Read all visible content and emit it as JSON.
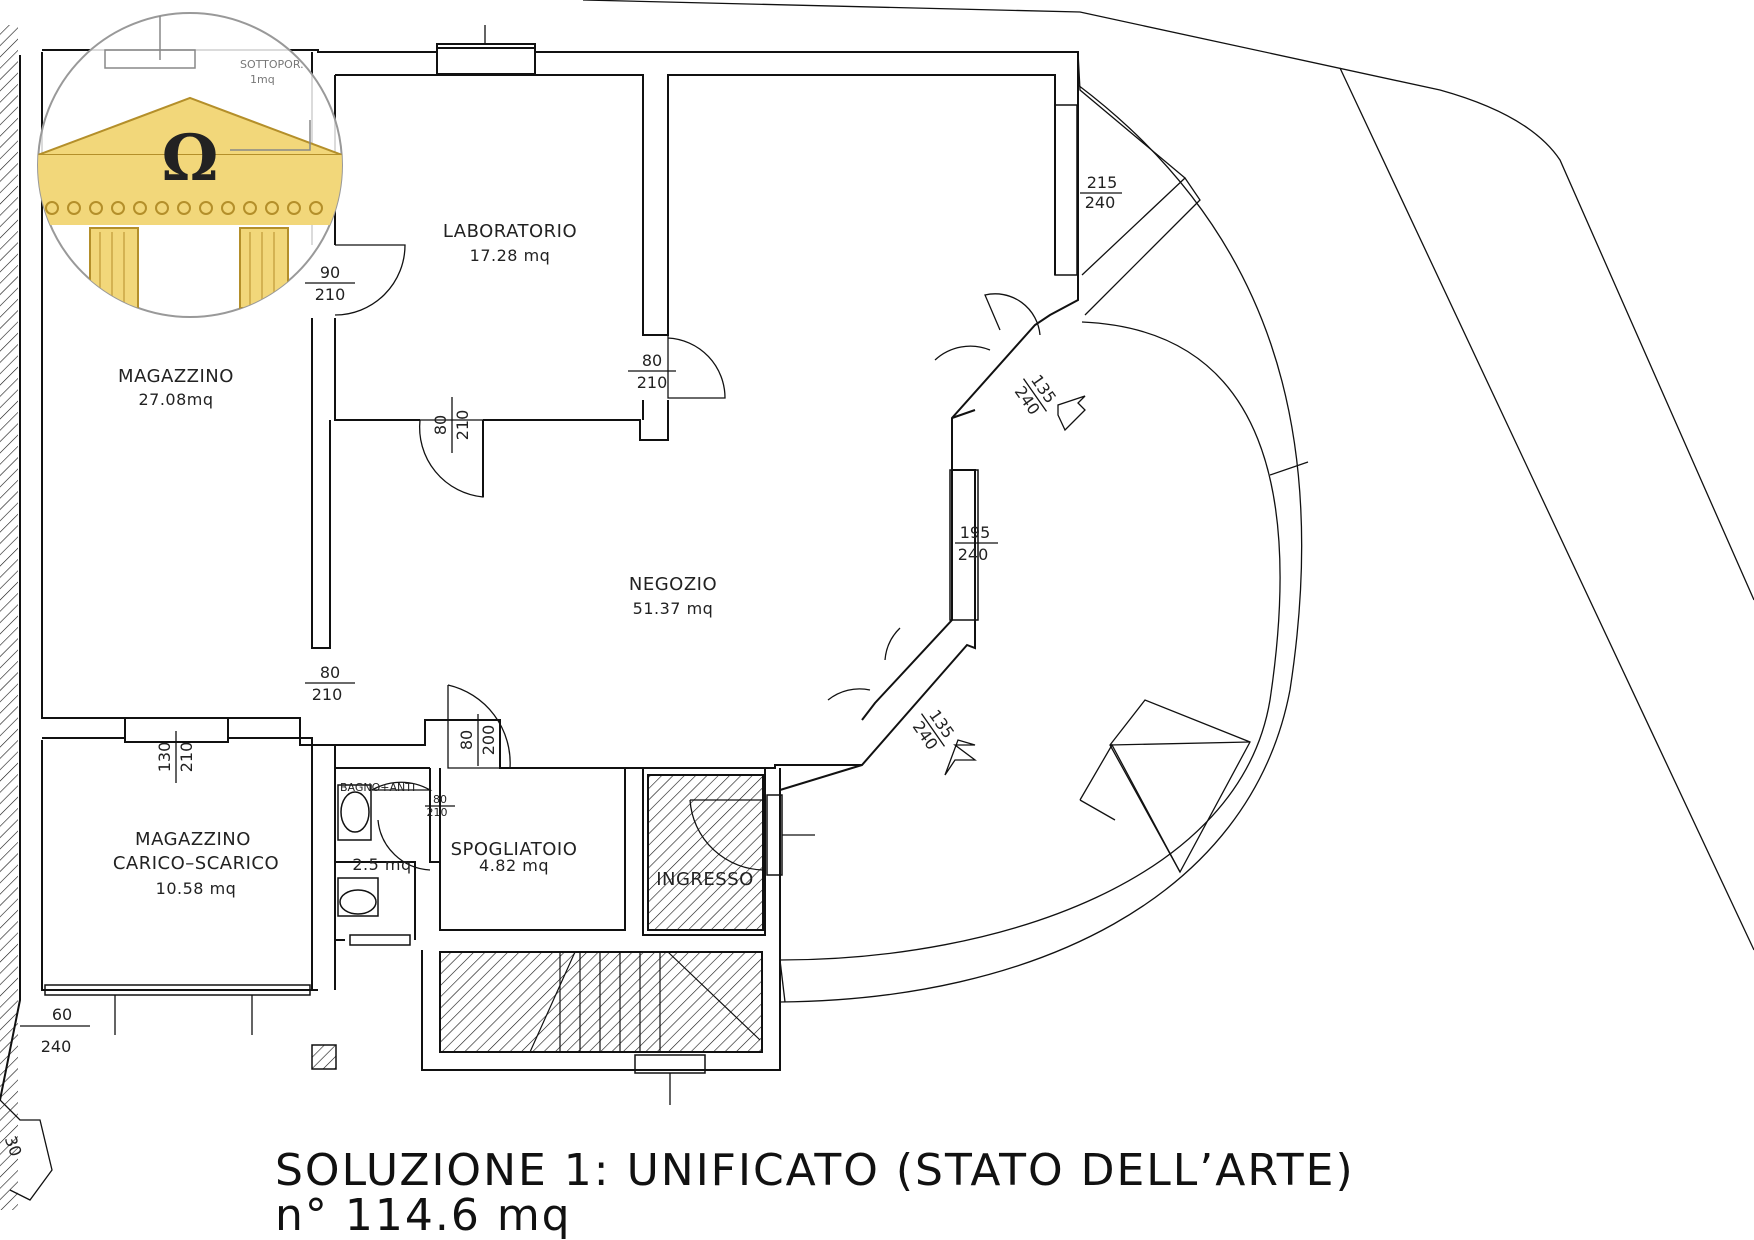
{
  "plan": {
    "title_line1": "SOLUZIONE 1: UNIFICATO (STATO DELL’ARTE)",
    "title_line2": "n° 114.6 mq"
  },
  "logo": {
    "glyph": "Ω",
    "accent": "#e8605a",
    "gold": "#f2d77a"
  },
  "rooms": {
    "sottoportico": {
      "name": "SOTTOPOR.",
      "area": "1mq"
    },
    "laboratorio": {
      "name": "LABORATORIO",
      "area": "17.28 mq"
    },
    "magazzino": {
      "name": "MAGAZZINO",
      "area": "27.08mq"
    },
    "negozio": {
      "name": "NEGOZIO",
      "area": "51.37 mq"
    },
    "magazzino_cs": {
      "name_line1": "MAGAZZINO",
      "name_line2": "CARICO–SCARICO",
      "area": "10.58 mq"
    },
    "bagno": {
      "name": "BAGNO+ANTI",
      "area": "2.5 mq"
    },
    "spogliatoio": {
      "name": "SPOGLIATOIO",
      "area": "4.82 mq"
    },
    "ingresso": {
      "name": "INGRESSO"
    }
  },
  "dimensions": {
    "d90_210": {
      "w": "90",
      "h": "210"
    },
    "d80_210_lab": {
      "w": "80",
      "h": "210"
    },
    "d80_210_mag": {
      "w": "80",
      "h": "210"
    },
    "d80_210_left": {
      "w": "80",
      "h": "210"
    },
    "d215_240": {
      "w": "215",
      "h": "240"
    },
    "d135_240_top": {
      "w": "135",
      "h": "240"
    },
    "d195_240": {
      "w": "195",
      "h": "240"
    },
    "d135_240_bottom": {
      "w": "135",
      "h": "240"
    },
    "d80_200": {
      "w": "80",
      "h": "200"
    },
    "d130_210": {
      "w": "130",
      "h": "210"
    },
    "d80_210_bagno": {
      "w": "80",
      "h": "210"
    },
    "d60_240": {
      "w": "60",
      "h": "240"
    },
    "d30": {
      "w": "30"
    }
  }
}
